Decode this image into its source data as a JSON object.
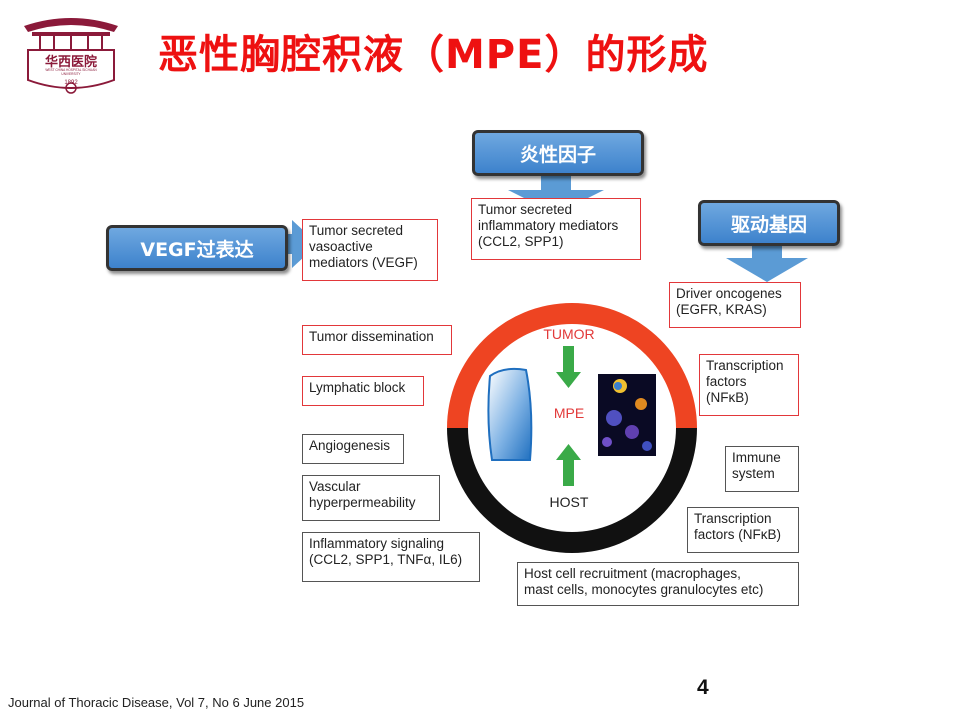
{
  "slide": {
    "title": "恶性胸腔积液（MPE）的形成",
    "page_number": "4",
    "footer": "Journal of Thoracic Disease, Vol 7, No 6 June 2015"
  },
  "logo": {
    "name_text": "华西医院",
    "subtitle_text": "WEST CHINA HOSPITAL SICHUAN UNIVERSITY",
    "year": "1892"
  },
  "callouts": {
    "vegf": "VEGF过表达",
    "inflammatory": "炎性因子",
    "driver": "驱动基因"
  },
  "boxes": {
    "tumor_secreted_vasoactive": "Tumor secreted\nvasoactive\nmediators (VEGF)",
    "tumor_secreted_inflammatory": "Tumor secreted\ninflammatory mediators\n(CCL2, SPP1)",
    "driver_oncogenes": "Driver oncogenes\n(EGFR, KRAS)",
    "tumor_dissemination": "Tumor dissemination",
    "lymphatic_block": "Lymphatic block",
    "transcription_factors_tumor": "Transcription\nfactors\n(NFκB)",
    "angiogenesis": "Angiogenesis",
    "immune_system": "Immune\nsystem",
    "vascular_hyperpermeability": "Vascular\nhyperpermeability",
    "transcription_factors_host": "Transcription\nfactors (NFκB)",
    "inflammatory_signaling": "Inflammatory signaling\n(CCL2, SPP1, TNFα, IL6)",
    "host_cell_recruitment": "Host cell recruitment (macrophages,\nmast cells, monocytes granulocytes etc)"
  },
  "circle": {
    "tumor_label": "TUMOR",
    "mpe_label": "MPE",
    "host_label": "HOST",
    "colors": {
      "tumor": "#ee4422",
      "host": "#111111",
      "arrow": "#3aaa48",
      "label": "#e23a3a"
    }
  },
  "colors": {
    "title": "#ee1111",
    "callout": "#4a8fd4",
    "box_red": "#e2373a",
    "box_gray": "#555555"
  }
}
